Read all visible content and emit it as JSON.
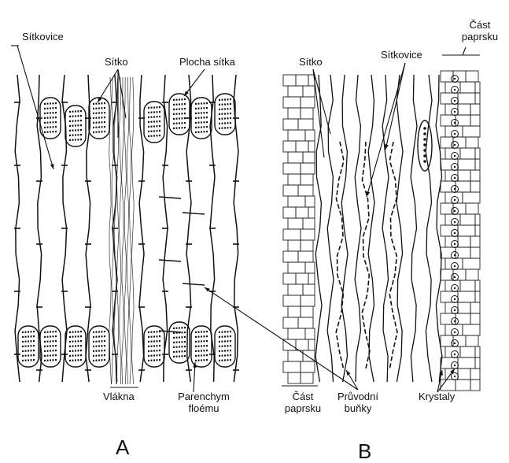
{
  "figure": {
    "panel_a": {
      "letter": "A",
      "labels": {
        "sitkovice": "Sítkovice",
        "sitko": "Sítko",
        "plocha_sitka": "Plocha sítka",
        "vlakna": "Vlákna",
        "parenchym_1": "Parenchym",
        "parenchym_2": "floému"
      }
    },
    "panel_b": {
      "letter": "B",
      "labels": {
        "sitko": "Sítko",
        "sitkovice": "Sítkovice",
        "cast_paprsku_top_1": "Část",
        "cast_paprsku_top_2": "paprsku",
        "cast_paprsku_bottom_1": "Část",
        "cast_paprsku_bottom_2": "paprsku",
        "pruvodni_1": "Průvodní",
        "pruvodni_2": "buňky",
        "krystaly": "Krystaly"
      }
    }
  }
}
